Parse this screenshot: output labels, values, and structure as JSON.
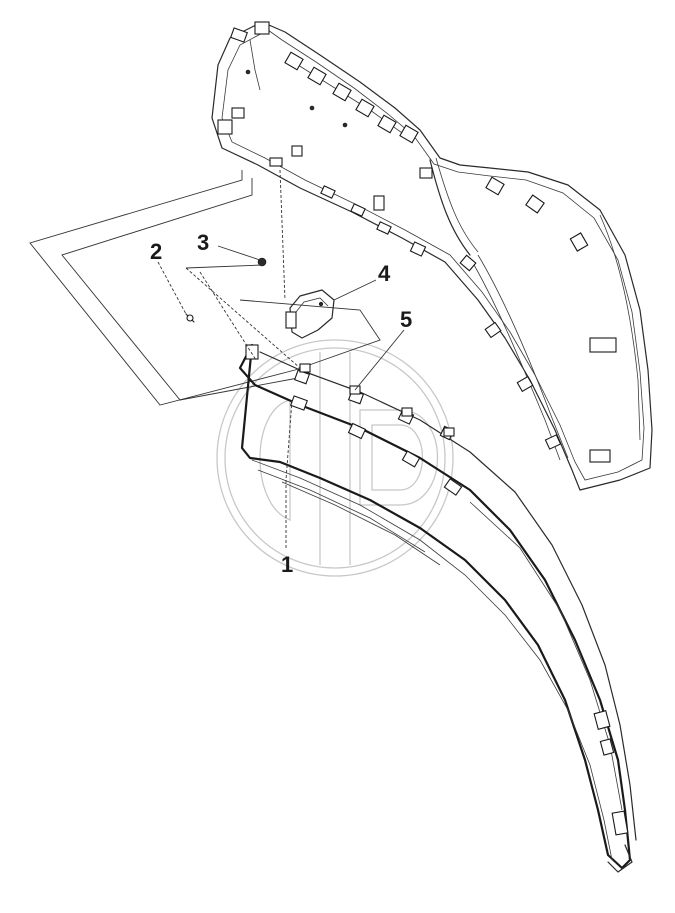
{
  "diagram": {
    "callouts": [
      {
        "id": "1",
        "label": "1"
      },
      {
        "id": "2",
        "label": "2"
      },
      {
        "id": "3",
        "label": "3"
      },
      {
        "id": "4",
        "label": "4"
      },
      {
        "id": "5",
        "label": "5"
      }
    ],
    "watermark_icon": "hd-logo-watermark",
    "colors": {
      "line": "#2a2a2a",
      "watermark": "#c8c8c8",
      "background": "#ffffff"
    }
  }
}
